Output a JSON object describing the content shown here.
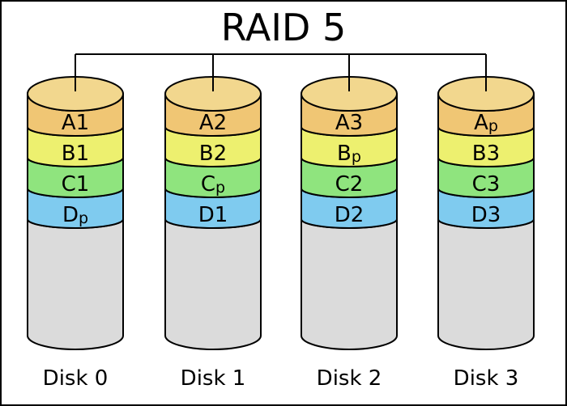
{
  "title": "RAID 5",
  "colors": {
    "background": "#FFFFFF",
    "outline": "#000000",
    "lid": "#F2D78E",
    "band_a": "#F0C674",
    "band_b": "#EDF06F",
    "band_c": "#8FE47E",
    "band_d": "#7FCBEF",
    "body": "#DBDBDB"
  },
  "disks": [
    {
      "name": "Disk 0",
      "blocks": [
        {
          "main": "A1",
          "sub": ""
        },
        {
          "main": "B1",
          "sub": ""
        },
        {
          "main": "C1",
          "sub": ""
        },
        {
          "main": "D",
          "sub": "p"
        }
      ]
    },
    {
      "name": "Disk 1",
      "blocks": [
        {
          "main": "A2",
          "sub": ""
        },
        {
          "main": "B2",
          "sub": ""
        },
        {
          "main": "C",
          "sub": "p"
        },
        {
          "main": "D1",
          "sub": ""
        }
      ]
    },
    {
      "name": "Disk 2",
      "blocks": [
        {
          "main": "A3",
          "sub": ""
        },
        {
          "main": "B",
          "sub": "p"
        },
        {
          "main": "C2",
          "sub": ""
        },
        {
          "main": "D2",
          "sub": ""
        }
      ]
    },
    {
      "name": "Disk 3",
      "blocks": [
        {
          "main": "A",
          "sub": "p"
        },
        {
          "main": "B3",
          "sub": ""
        },
        {
          "main": "C3",
          "sub": ""
        },
        {
          "main": "D3",
          "sub": ""
        }
      ]
    }
  ]
}
